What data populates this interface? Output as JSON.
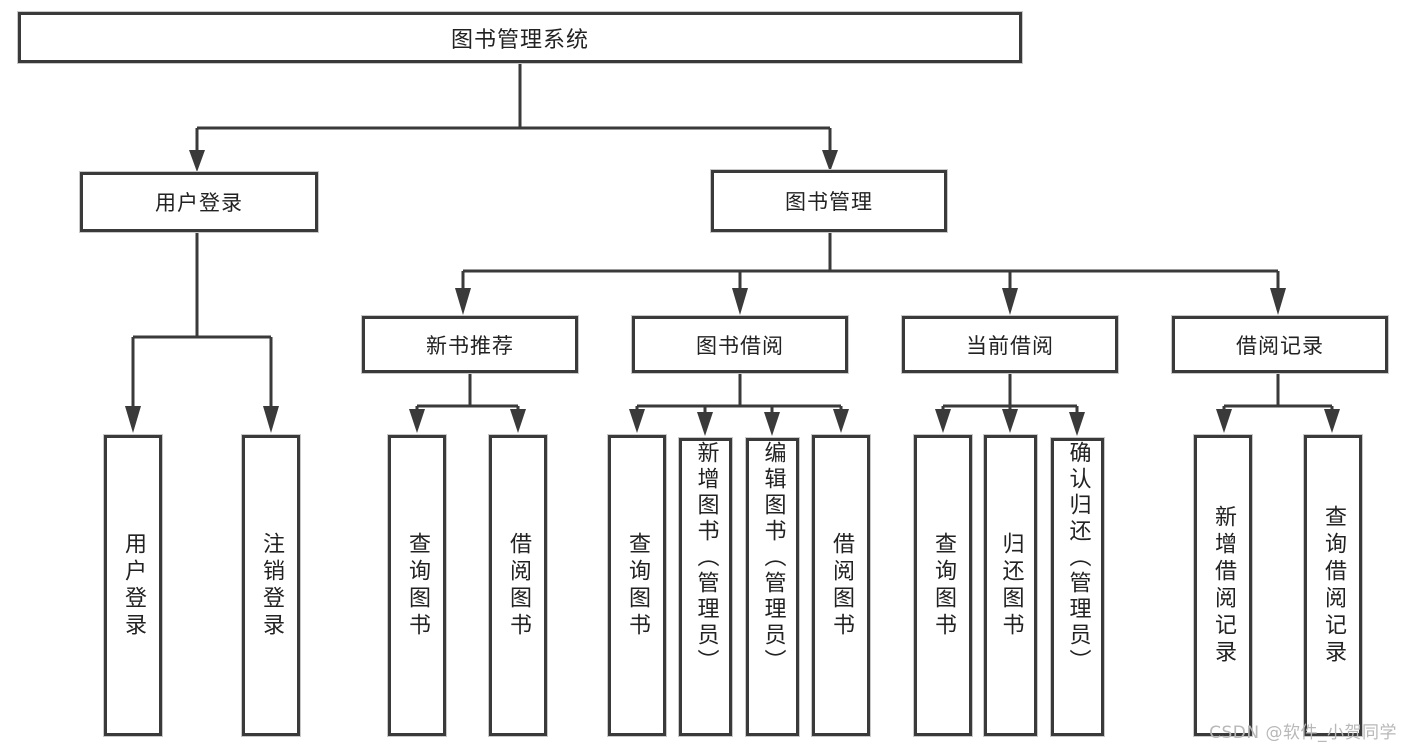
{
  "diagram": {
    "title": "图书管理系统",
    "type": "tree",
    "orientation": "top-down",
    "colors": {
      "box_border": "#3a3a3a",
      "box_fill": "#ffffff",
      "connector": "#3a3a3a",
      "text": "#222222",
      "watermark": "#b8b8b8",
      "background": "#ffffff"
    },
    "root": {
      "label": "图书管理系统"
    },
    "level2": [
      {
        "label": "用户登录"
      },
      {
        "label": "图书管理"
      }
    ],
    "level3": [
      {
        "label": "新书推荐"
      },
      {
        "label": "图书借阅"
      },
      {
        "label": "当前借阅"
      },
      {
        "label": "借阅记录"
      }
    ],
    "leaves": {
      "user_login": [
        {
          "label": "用户登录"
        },
        {
          "label": "注销登录"
        }
      ],
      "new_book_recommend": [
        {
          "label": "查询图书"
        },
        {
          "label": "借阅图书"
        }
      ],
      "book_borrow": [
        {
          "label": "查询图书"
        },
        {
          "label": "新增图书（管理员）"
        },
        {
          "label": "编辑图书（管理员）"
        },
        {
          "label": "借阅图书"
        }
      ],
      "current_borrow": [
        {
          "label": "查询图书"
        },
        {
          "label": "归还图书"
        },
        {
          "label": "确认归还（管理员）"
        }
      ],
      "borrow_record": [
        {
          "label": "新增借阅记录"
        },
        {
          "label": "查询借阅记录"
        }
      ]
    }
  },
  "watermark": {
    "text": "CSDN @软件_小贺同学"
  }
}
